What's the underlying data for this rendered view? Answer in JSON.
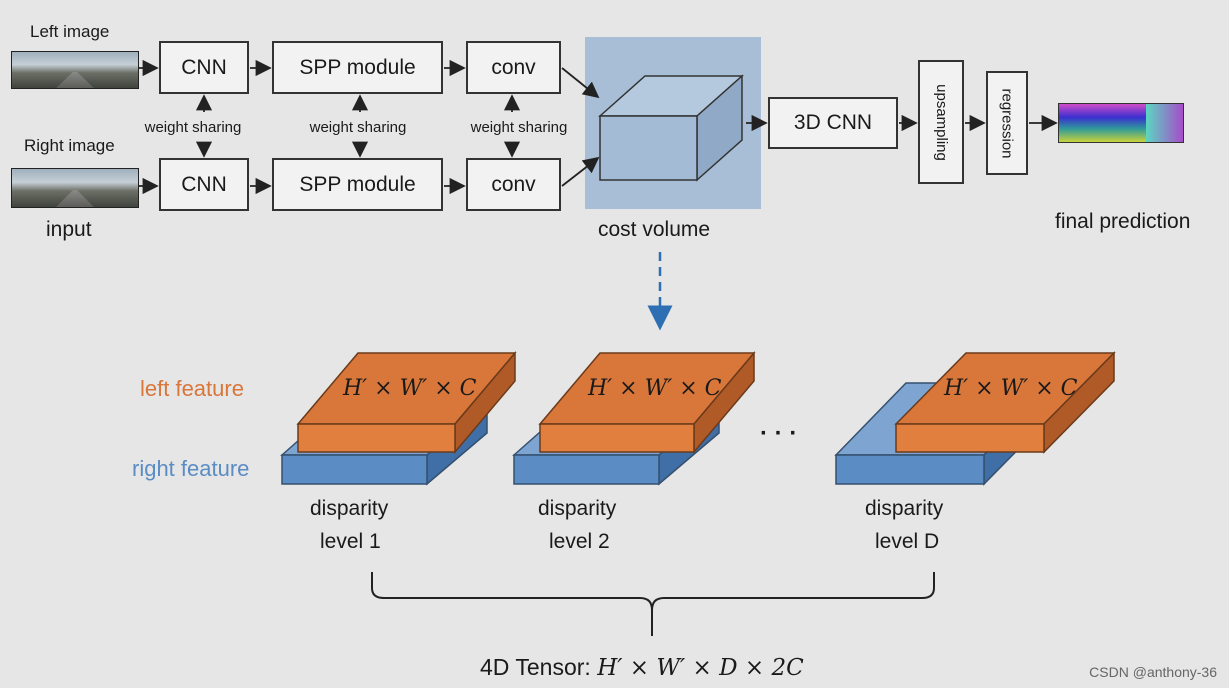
{
  "top": {
    "left_image_label": "Left image",
    "right_image_label": "Right image",
    "input_label": "input",
    "cnn_label": "CNN",
    "spp_label": "SPP module",
    "conv_label": "conv",
    "weight_sharing": "weight sharing",
    "cost_volume_label": "cost volume",
    "cnn3d_label": "3D CNN",
    "upsampling_label": "upsampling",
    "regression_label": "regression",
    "final_prediction_label": "final prediction"
  },
  "bottom": {
    "left_feature_label": "left feature",
    "right_feature_label": "right feature",
    "feature_dims": "H′ × W′ × C",
    "ellipsis": "· · ·",
    "disparity_word": "disparity",
    "levels": [
      "level 1",
      "level 2",
      "level D"
    ],
    "tensor_prefix": "4D Tensor: ",
    "tensor_math": "H′ × W′ × D × 2C"
  },
  "colors": {
    "orange": "#d9763a",
    "blue": "#5b8cc4",
    "cost_volume_bg": "#a7bed6",
    "arrow_blue": "#2e6fb4"
  },
  "watermark": "CSDN @anthony-36"
}
